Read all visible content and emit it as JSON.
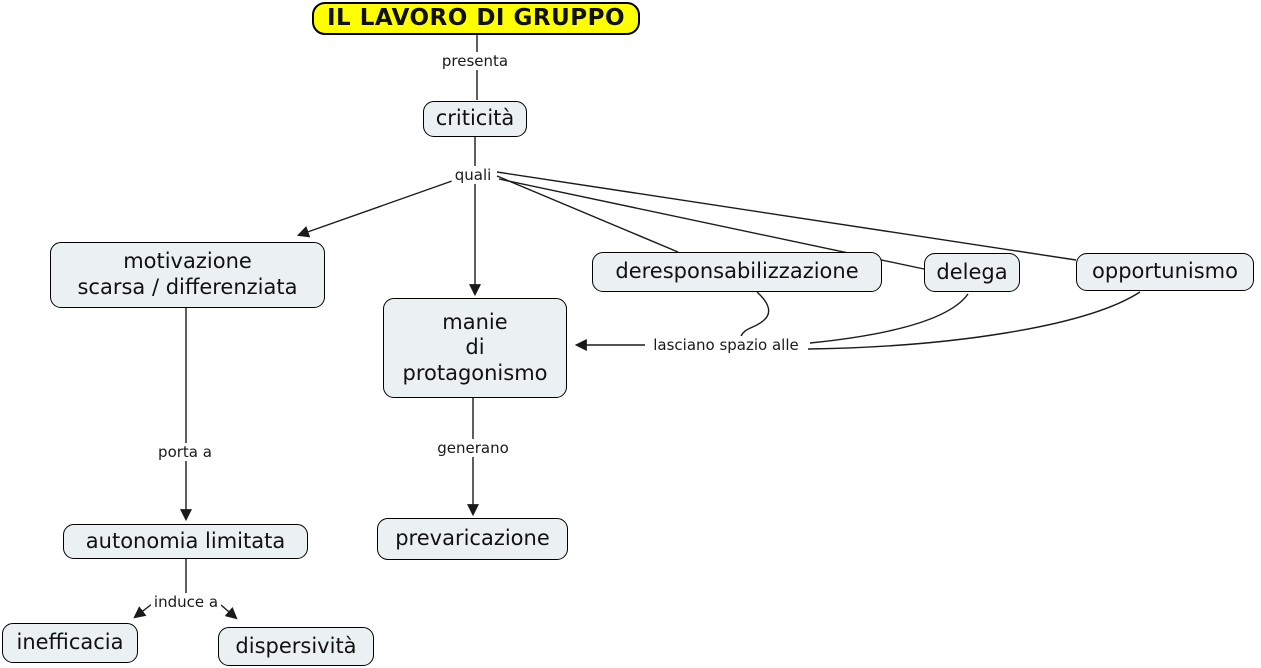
{
  "diagram": {
    "title": "IL LAVORO DI GRUPPO",
    "colors": {
      "root_bg": "#ffff00",
      "node_bg": "#ebf1f3",
      "border": "#000000",
      "line": "#1a1a1a"
    },
    "nodes": {
      "root": "IL LAVORO DI GRUPPO",
      "criticita": "criticità",
      "motivazione": "motivazione\nscarsa / differenziata",
      "deresponsabilizzazione": "deresponsabilizzazione",
      "delega": "delega",
      "opportunismo": "opportunismo",
      "manie": "manie\ndi\nprotagonismo",
      "autonomia": "autonomia limitata",
      "prevaricazione": "prevaricazione",
      "inefficacia": "inefficacia",
      "dispersivita": "dispersività"
    },
    "labels": {
      "presenta": "presenta",
      "quali": "quali",
      "lasciano": "lasciano spazio alle",
      "porta_a": "porta a",
      "generano": "generano",
      "induce_a": "induce a"
    },
    "edges": [
      {
        "from": "IL LAVORO DI GRUPPO",
        "label": "presenta",
        "to": "criticità"
      },
      {
        "from": "criticità",
        "label": "quali",
        "to": "motivazione scarsa / differenziata"
      },
      {
        "from": "criticità",
        "label": "quali",
        "to": "manie di protagonismo"
      },
      {
        "from": "criticità",
        "label": "quali",
        "to": "deresponsabilizzazione"
      },
      {
        "from": "criticità",
        "label": "quali",
        "to": "delega"
      },
      {
        "from": "criticità",
        "label": "quali",
        "to": "opportunismo"
      },
      {
        "from": "deresponsabilizzazione",
        "label": "lasciano spazio alle",
        "to": "manie di protagonismo"
      },
      {
        "from": "delega",
        "label": "lasciano spazio alle",
        "to": "manie di protagonismo"
      },
      {
        "from": "opportunismo",
        "label": "lasciano spazio alle",
        "to": "manie di protagonismo"
      },
      {
        "from": "motivazione scarsa / differenziata",
        "label": "porta a",
        "to": "autonomia limitata"
      },
      {
        "from": "manie di protagonismo",
        "label": "generano",
        "to": "prevaricazione"
      },
      {
        "from": "autonomia limitata",
        "label": "induce a",
        "to": "inefficacia"
      },
      {
        "from": "autonomia limitata",
        "label": "induce a",
        "to": "dispersività"
      }
    ]
  }
}
